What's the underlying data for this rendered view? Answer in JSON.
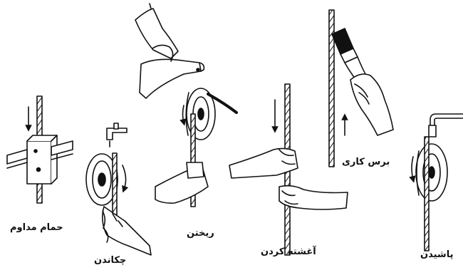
{
  "labels": {
    "continuous_bath": "حمام مداوم",
    "dripping": "چکاندن",
    "pouring": "ریختن",
    "soaking": "آغشته کردن",
    "brushing": "برس کاری",
    "spraying": "پاشیدن"
  },
  "colors": {
    "ink": "#111111",
    "background": "#ffffff"
  }
}
